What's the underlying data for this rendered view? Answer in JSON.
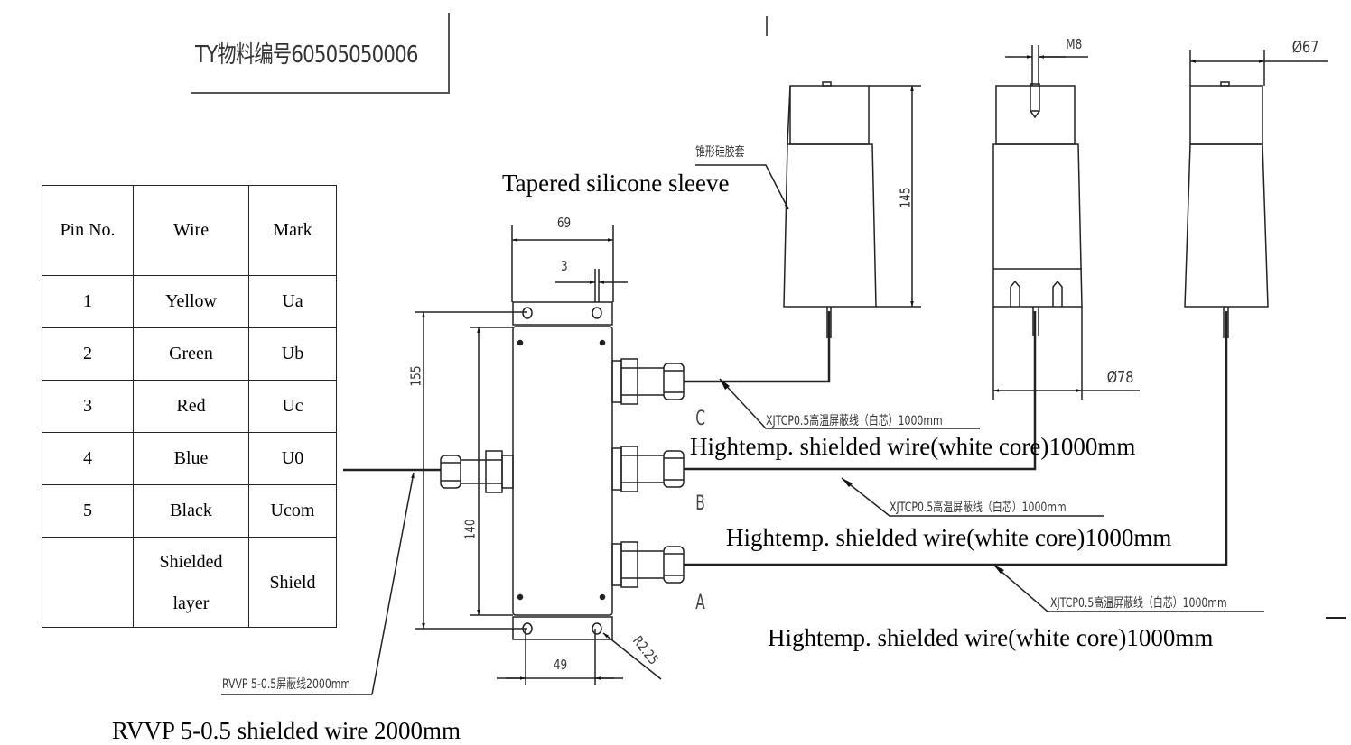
{
  "title_block": {
    "text": "TY物料编号60505050006"
  },
  "pin_table": {
    "headers": [
      "Pin No.",
      "Wire",
      "Mark"
    ],
    "rows": [
      {
        "pin": "1",
        "wire": "Yellow",
        "mark": "Ua"
      },
      {
        "pin": "2",
        "wire": "Green",
        "mark": "Ub"
      },
      {
        "pin": "3",
        "wire": "Red",
        "mark": "Uc"
      },
      {
        "pin": "4",
        "wire": "Blue",
        "mark": "U0"
      },
      {
        "pin": "5",
        "wire": "Black",
        "mark": "Ucom"
      },
      {
        "pin": "",
        "wire_line1": "Shielded",
        "wire_line2": "layer",
        "mark": "Shield"
      }
    ]
  },
  "junction_box": {
    "dims": {
      "width_top": "69",
      "flange": "3",
      "height_outer": "155",
      "height_inner": "140",
      "hole_spacing": "49",
      "hole_radius": "R2.25"
    },
    "ports": [
      "C",
      "B",
      "A"
    ]
  },
  "sensors": {
    "sleeve_label_cn": "锥形硅胶套",
    "sleeve_label_en": "Tapered silicone sleeve",
    "dims": {
      "height": "145",
      "thread": "M8",
      "diameter_top": "Ø67",
      "diameter_base": "Ø78"
    }
  },
  "wires": {
    "output_cn": "XJTCP0.5高温屏蔽线（白芯）1000mm",
    "output_en": "Hightemp. shielded wire(white core)1000mm",
    "input_cn": "RVVP 5-0.5屏蔽线2000mm",
    "input_en": "RVVP 5-0.5 shielded wire 2000mm"
  }
}
